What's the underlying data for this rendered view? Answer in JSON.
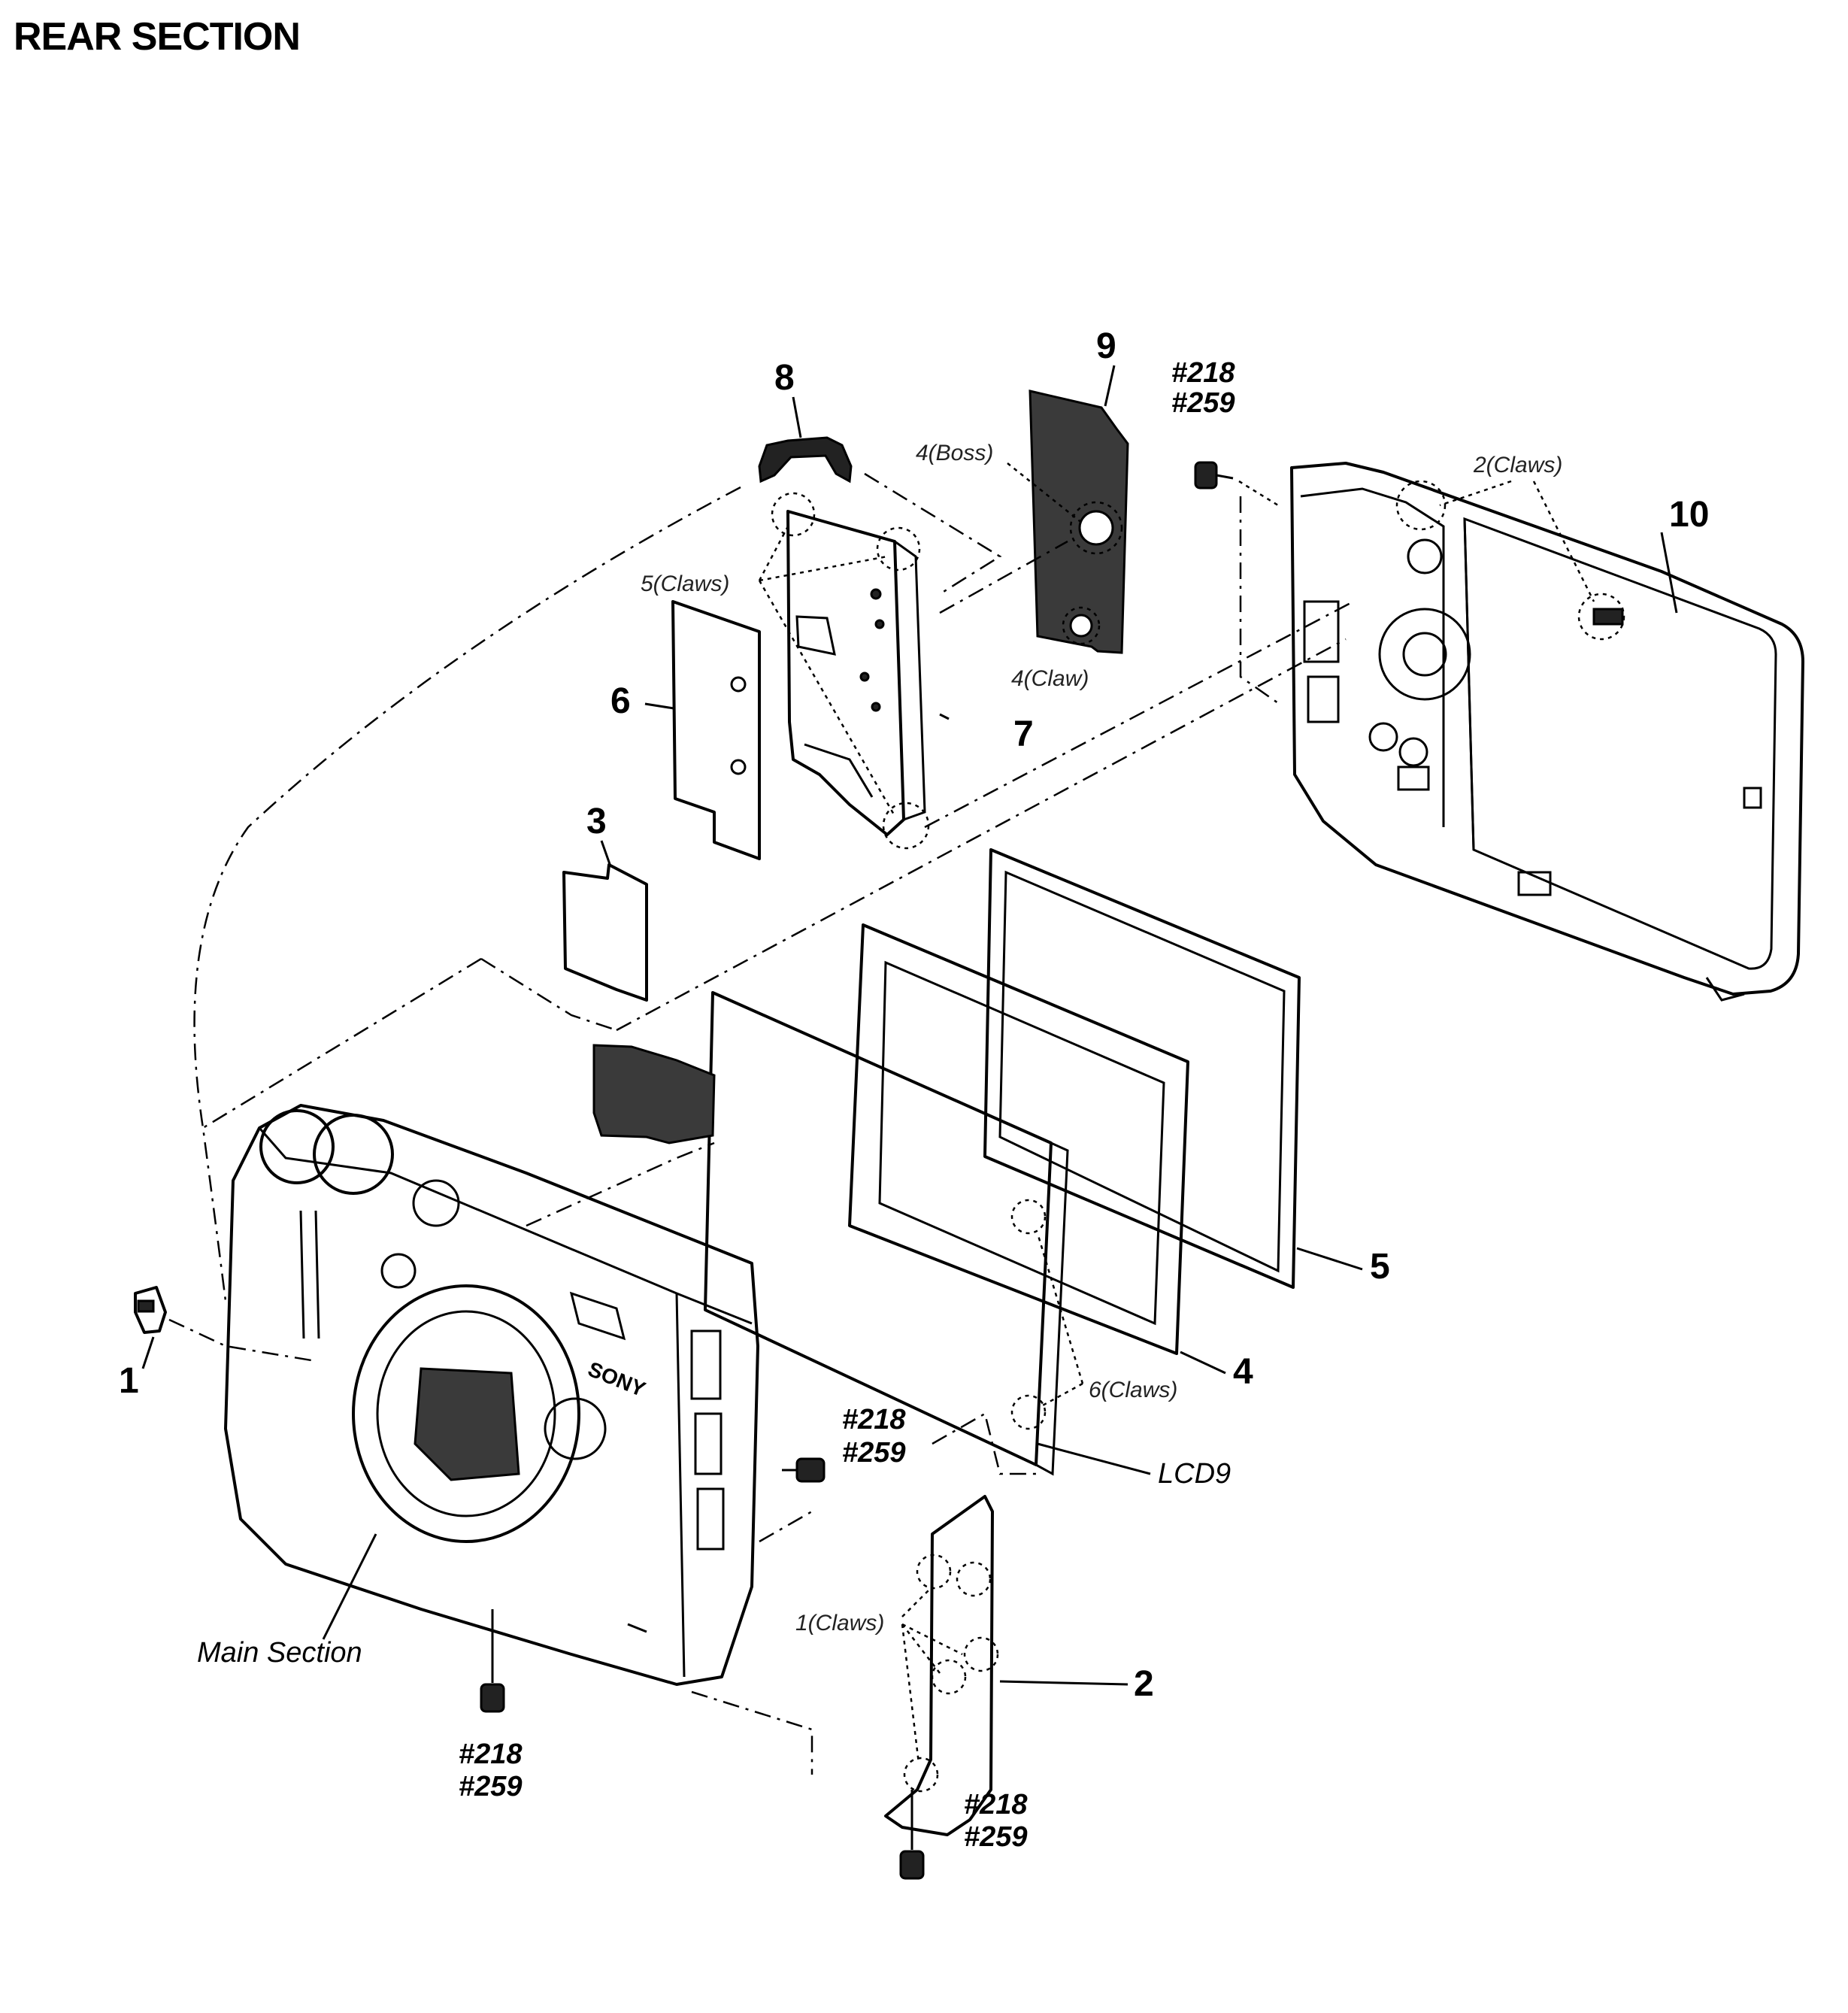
{
  "title": "REAR SECTION",
  "part_numbers": {
    "p1": "1",
    "p2": "2",
    "p3": "3",
    "p4": "4",
    "p5": "5",
    "p6": "6",
    "p7": "7",
    "p8": "8",
    "p9": "9",
    "p10": "10"
  },
  "screw_refs": {
    "a": "#218",
    "b": "#259"
  },
  "notes": {
    "boss4": "4(Boss)",
    "claw4": "4(Claw)",
    "claws5": "5(Claws)",
    "claws2": "2(Claws)",
    "claws6": "6(Claws)",
    "claws1": "1(Claws)"
  },
  "captions": {
    "lcd": "LCD9",
    "main": "Main Section"
  },
  "camera_marks": {
    "brand": "SONY"
  }
}
